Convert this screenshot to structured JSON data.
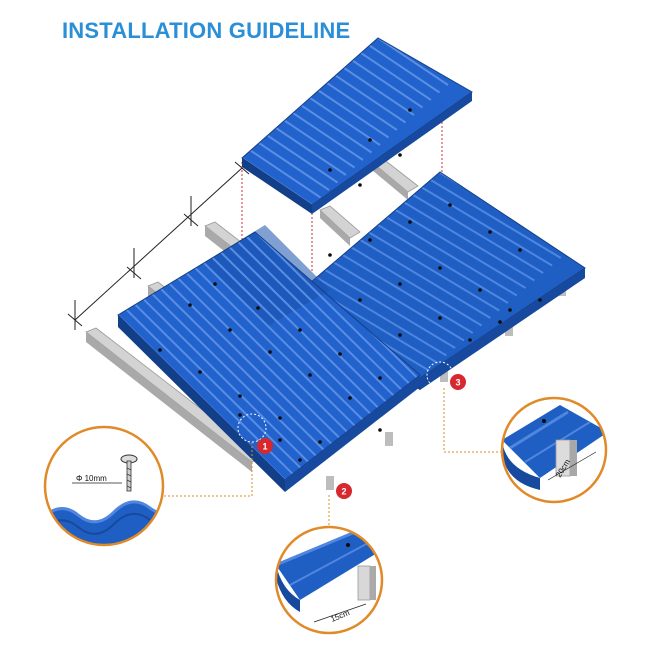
{
  "title": "INSTALLATION GUIDELINE",
  "colors": {
    "title": "#2a8fd6",
    "sheet": "#1f5fc4",
    "sheet_dark": "#174a9e",
    "sheet_rib": "#4f86e0",
    "purlin": "#c9c9c9",
    "badge": "#d6282e",
    "leader": "#e08a2a",
    "guide": "#d0303a"
  },
  "icons": {
    "screw": "screw-fastener-icon"
  },
  "markers": [
    {
      "label": "1"
    },
    {
      "label": "2"
    },
    {
      "label": "3"
    }
  ],
  "details": {
    "screw": {
      "dimension": "Φ 10mm"
    },
    "side_overlap": {
      "dimension": "15cm"
    },
    "end_overlap": {
      "dimension": "20cm"
    }
  }
}
